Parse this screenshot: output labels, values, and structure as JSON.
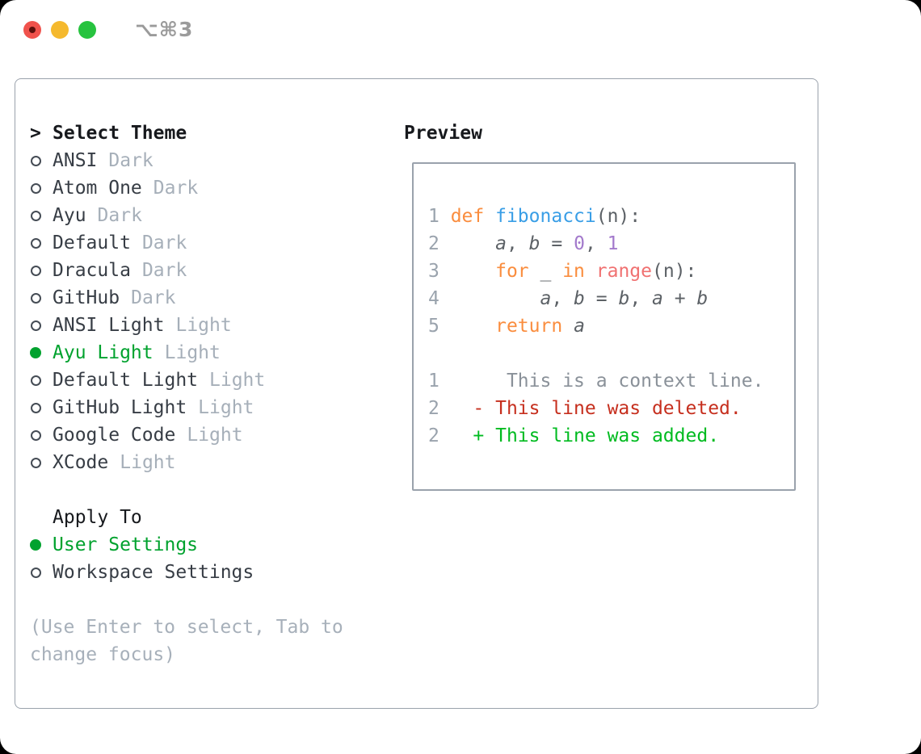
{
  "titlebar": {
    "title": "⌥⌘3"
  },
  "panel": {
    "theme_list": {
      "cursor": ">",
      "title": "Select Theme",
      "items": [
        {
          "label": "ANSI",
          "variant": "Dark",
          "selected": false
        },
        {
          "label": "Atom One",
          "variant": "Dark",
          "selected": false
        },
        {
          "label": "Ayu",
          "variant": "Dark",
          "selected": false
        },
        {
          "label": "Default",
          "variant": "Dark",
          "selected": false
        },
        {
          "label": "Dracula",
          "variant": "Dark",
          "selected": false
        },
        {
          "label": "GitHub",
          "variant": "Dark",
          "selected": false
        },
        {
          "label": "ANSI Light",
          "variant": "Light",
          "selected": false
        },
        {
          "label": "Ayu Light",
          "variant": "Light",
          "selected": true
        },
        {
          "label": "Default Light",
          "variant": "Light",
          "selected": false
        },
        {
          "label": "GitHub Light",
          "variant": "Light",
          "selected": false
        },
        {
          "label": "Google Code",
          "variant": "Light",
          "selected": false
        },
        {
          "label": "XCode",
          "variant": "Light",
          "selected": false
        }
      ]
    },
    "apply_to": {
      "title": "Apply To",
      "options": [
        {
          "label": "User Settings",
          "selected": true
        },
        {
          "label": "Workspace Settings",
          "selected": false
        }
      ]
    },
    "hint_lines": [
      "(Use Enter to select, Tab to",
      "change focus)"
    ],
    "preview": {
      "title": "Preview",
      "lines": [
        [
          [
            "1 ",
            "gutter"
          ],
          [
            "def",
            "keyword"
          ],
          [
            " ",
            "plain"
          ],
          [
            "fibonacci",
            "function"
          ],
          [
            "(n):",
            "plain"
          ]
        ],
        [
          [
            "2",
            "gutter"
          ],
          [
            "     ",
            "plain"
          ],
          [
            "a",
            "var"
          ],
          [
            ", ",
            "plain"
          ],
          [
            "b",
            "var"
          ],
          [
            " = ",
            "plain"
          ],
          [
            "0",
            "number"
          ],
          [
            ", ",
            "plain"
          ],
          [
            "1",
            "number"
          ]
        ],
        [
          [
            "3",
            "gutter"
          ],
          [
            "     ",
            "plain"
          ],
          [
            "for",
            "keyword"
          ],
          [
            " _ ",
            "plain"
          ],
          [
            "in",
            "keyword"
          ],
          [
            " ",
            "plain"
          ],
          [
            "range",
            "builtin"
          ],
          [
            "(n):",
            "plain"
          ]
        ],
        [
          [
            "4",
            "gutter"
          ],
          [
            "         ",
            "plain"
          ],
          [
            "a",
            "var"
          ],
          [
            ", ",
            "plain"
          ],
          [
            "b",
            "var"
          ],
          [
            " = ",
            "plain"
          ],
          [
            "b",
            "var"
          ],
          [
            ", ",
            "plain"
          ],
          [
            "a",
            "var"
          ],
          [
            " + ",
            "plain"
          ],
          [
            "b",
            "var"
          ]
        ],
        [
          [
            "5",
            "gutter"
          ],
          [
            "     ",
            "plain"
          ],
          [
            "return",
            "keyword"
          ],
          [
            " ",
            "plain"
          ],
          [
            "a",
            "var"
          ]
        ],
        [],
        [
          [
            "1",
            "gutter"
          ],
          [
            "      ",
            "plain"
          ],
          [
            "This is a context line.",
            "context"
          ]
        ],
        [
          [
            "2",
            "gutter"
          ],
          [
            "   ",
            "plain"
          ],
          [
            "- This line was deleted.",
            "removed"
          ]
        ],
        [
          [
            "2",
            "gutter"
          ],
          [
            "   ",
            "plain"
          ],
          [
            "+ This line was added.",
            "added"
          ]
        ]
      ]
    }
  },
  "colors": {
    "selected_green": "#00a22e",
    "panel_border": "#9aa2ac",
    "tokens": {
      "gutter": "#9aa3ad",
      "plain": "#5c6166",
      "keyword": "#fa8d3e",
      "function": "#399ee6",
      "builtin": "#f07171",
      "number": "#a37acc",
      "var": "#5c6166",
      "context": "#8a9199",
      "removed": "#c62f1e",
      "added": "#00bb20"
    },
    "traffic": {
      "close": "#f0524c",
      "close_dot": "#5c100c",
      "minimize": "#f5b92e",
      "zoom": "#27c33f"
    }
  }
}
